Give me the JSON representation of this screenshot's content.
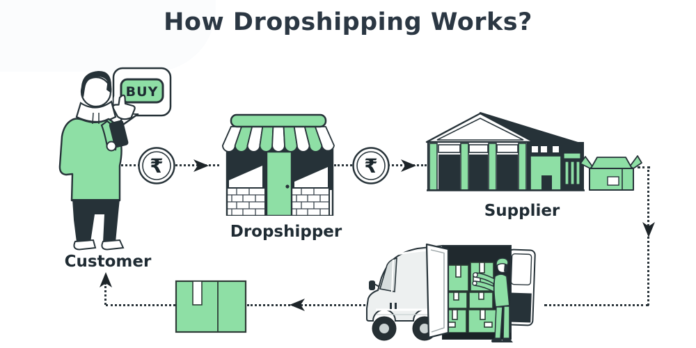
{
  "title": "How Dropshipping Works?",
  "nodes": {
    "customer": {
      "label": "Customer"
    },
    "dropshipper": {
      "label": "Dropshipper"
    },
    "supplier": {
      "label": "Supplier"
    }
  },
  "buy_button": {
    "label": "BUY"
  },
  "currency": {
    "symbol": "₹",
    "name": "rupee"
  },
  "colors": {
    "green": "#8EDFA5",
    "dark": "#263238",
    "title_text": "#2B3743",
    "label_text": "#1F2B33",
    "background": "#FFFFFF",
    "van_body": "#EDF0F0"
  }
}
